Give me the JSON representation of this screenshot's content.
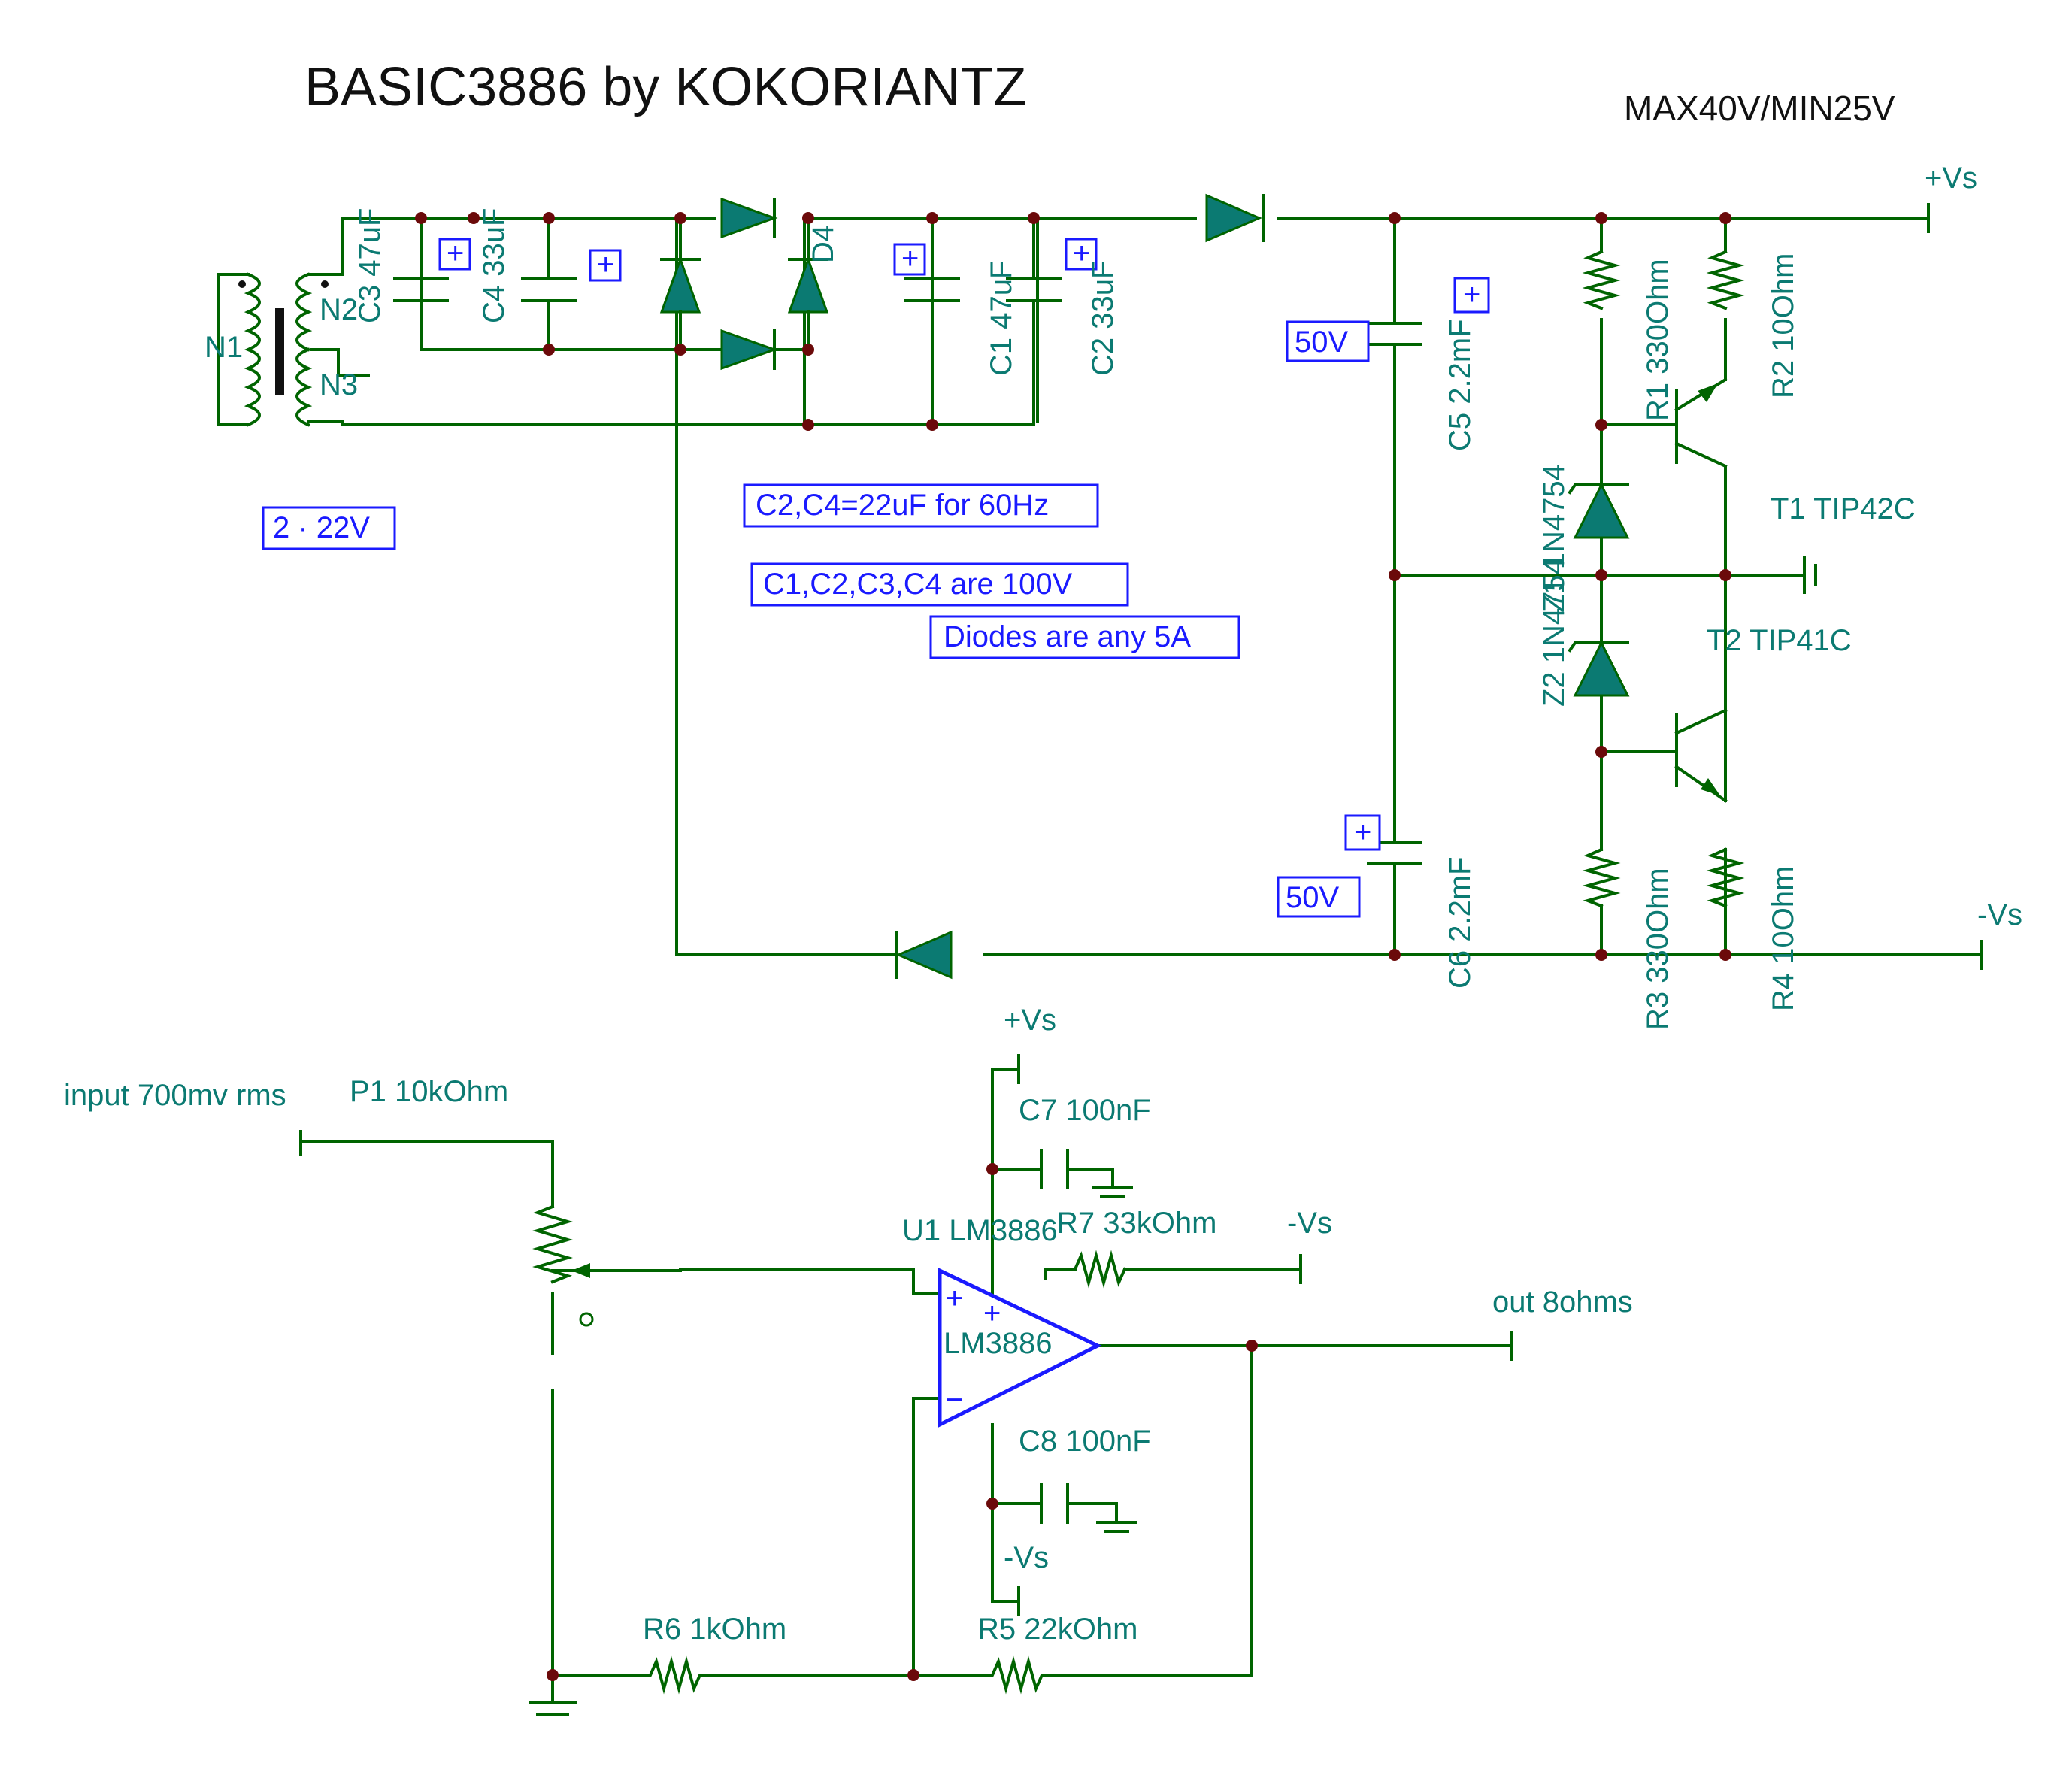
{
  "title": "BASIC3886 by KOKORIANTZ",
  "supply_range": "MAX40V/MIN25V",
  "rails": {
    "pos_top": "+Vs",
    "neg_top": "-Vs",
    "pos_amp": "+Vs",
    "neg_amp_top": "-Vs",
    "neg_amp_bottom": "-Vs"
  },
  "transformer": {
    "primary": "N1",
    "sec1": "N2",
    "sec2": "N3",
    "rating": "2 · 22V"
  },
  "components": {
    "c1": "C1 47uF",
    "c2": "C2 33uF",
    "c3": "C3 47uF",
    "c4": "C4 33uF",
    "c5": "C5 2.2mF",
    "c6": "C6 2.2mF",
    "c7": "C7 100nF",
    "c8": "C8 100nF",
    "d4": "D4",
    "r1": "R1 330Ohm",
    "r2": "R2 10Ohm",
    "r3": "R3 330Ohm",
    "r4": "R4 10Ohm",
    "r5": "R5 22kOhm",
    "r6": "R6 1kOhm",
    "r7": "R7 33kOhm",
    "z1": "Z1 1N4754",
    "z2": "Z2 1N4754",
    "t1": "T1 TIP42C",
    "t2": "T2 TIP41C",
    "u1": "U1 LM3886",
    "u1_body": "LM3886",
    "p1": "P1 10kOhm"
  },
  "voltage_tags": {
    "c5": "50V",
    "c6": "50V"
  },
  "polarity_mark": "+",
  "notes": {
    "n1": "C2,C4=22uF for 60Hz",
    "n2": "C1,C2,C3,C4 are 100V",
    "n3": "Diodes are any 5A"
  },
  "io": {
    "input": "input 700mv rms",
    "output": "out 8ohms"
  },
  "opamp_pins": {
    "plus": "+",
    "minus": "−",
    "supply_plus": "+"
  },
  "colors": {
    "wire": "#006400",
    "label": "#0b7a72",
    "note_box": "#1a1aff",
    "junction": "#6b0a0a"
  }
}
